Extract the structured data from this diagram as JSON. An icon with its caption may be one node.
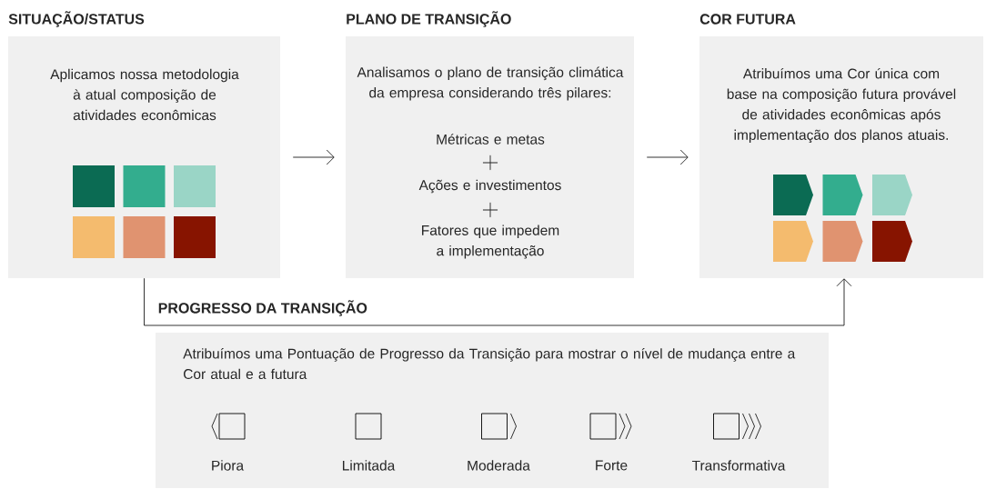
{
  "diagram": {
    "nodes": [
      {
        "text": [
          "SITUAÇÃO/STATUS",
          "Aplicamos nossa metodologia à atual composição de atividades econômicas"
        ]
      },
      {
        "text": [
          "PLANO DE TRANSIÇÃO",
          "Analisamos o plano de transição climática da empresa considerando três pilares:",
          "Métricas e metas",
          "+",
          "Ações e investimentos",
          "+",
          "Fatores que impedem a implementação"
        ]
      },
      {
        "text": [
          "COR FUTURA",
          "Atribuímos uma Cor única com base na composição futura provável de atividades econômicas após implementação dos planos atuais."
        ]
      },
      {
        "text": [
          "Atribuímos uma Pontuação de Progresso da Transição para mostrar o nível de mudança entre a Cor atual e a futura"
        ]
      }
    ],
    "edges": [
      {
        "from": 0,
        "to": 1,
        "arrow": "to"
      },
      {
        "from": 1,
        "to": 2,
        "arrow": "to"
      },
      {
        "from": 0,
        "to": 2,
        "arrow": "to",
        "label": "PROGRESSO DA TRANSIÇÃO"
      }
    ],
    "labels": [
      "Piora",
      "Limitada",
      "Moderada",
      "Forte",
      "Transformativa"
    ]
  }
}
